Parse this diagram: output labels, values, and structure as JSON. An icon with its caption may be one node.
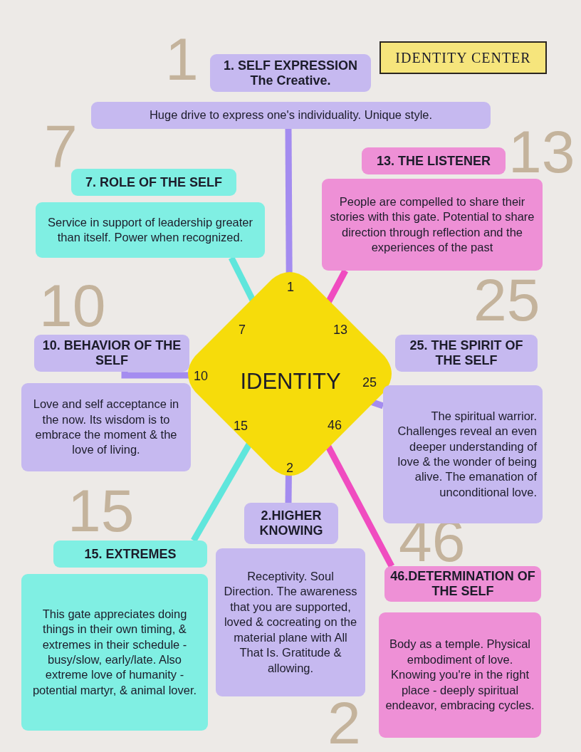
{
  "diagram": {
    "title": "IDENTITY CENTER",
    "nodes": [
      {
        "text": [
          "1.  SELF EXPRESSION",
          "The Creative.",
          "Huge drive to express one's individuality. Unique style."
        ]
      },
      {
        "text": [
          "7. ROLE OF THE SELF",
          "Service in support of leadership greater than itself.  Power when recognized."
        ]
      },
      {
        "text": [
          "13. THE LISTENER",
          "People are compelled to share their stories with this gate. Potential to share direction through reflection and the experiences of the past"
        ]
      },
      {
        "text": [
          "1",
          "7",
          "13",
          "10",
          "IDENTITY",
          "25",
          "15",
          "46",
          "2"
        ]
      },
      {
        "text": [
          "10. BEHAVIOR OF THE SELF",
          "Love and self acceptance in the now. Its wisdom is to embrace the moment & the love of living."
        ]
      },
      {
        "text": [
          "25. THE SPIRIT OF THE SELF",
          "The spiritual warrior.  Challenges reveal an even deeper understanding of love & the wonder of being alive.  The emanation of unconditional love."
        ]
      },
      {
        "text": [
          "2.HIGHER KNOWING",
          "Receptivity. Soul Direction. The awareness that you are supported, loved & cocreating on the material plane with All That Is. Gratitude & allowing."
        ]
      },
      {
        "text": [
          "15. EXTREMES",
          "This gate appreciates doing things in their own timing, & extremes in their schedule -busy/slow, early/late. Also extreme love of humanity - potential martyr, & animal lover."
        ]
      },
      {
        "text": [
          "46.DETERMINATION OF THE SELF",
          "Body as a temple. Physical embodiment of love.  Knowing you're in the right place - deeply spiritual endeavor, embracing cycles."
        ]
      }
    ],
    "edges": [
      {
        "from": 0,
        "to": 3,
        "arrow": "none"
      },
      {
        "from": 1,
        "to": 3,
        "arrow": "none",
        "color": "#5fe6dc"
      },
      {
        "from": 2,
        "to": 3,
        "arrow": "none",
        "color": "#f04cc0"
      },
      {
        "from": 4,
        "to": 3,
        "arrow": "none"
      },
      {
        "from": 5,
        "to": 3,
        "arrow": "none"
      },
      {
        "from": 6,
        "to": 3,
        "arrow": "none"
      },
      {
        "from": 7,
        "to": 3,
        "arrow": "none",
        "color": "#5fe6dc"
      },
      {
        "from": 8,
        "to": 3,
        "arrow": "none",
        "color": "#f04cc0"
      }
    ],
    "labels": [
      "1",
      "7",
      "13",
      "25",
      "10",
      "15",
      "46",
      "2"
    ]
  }
}
